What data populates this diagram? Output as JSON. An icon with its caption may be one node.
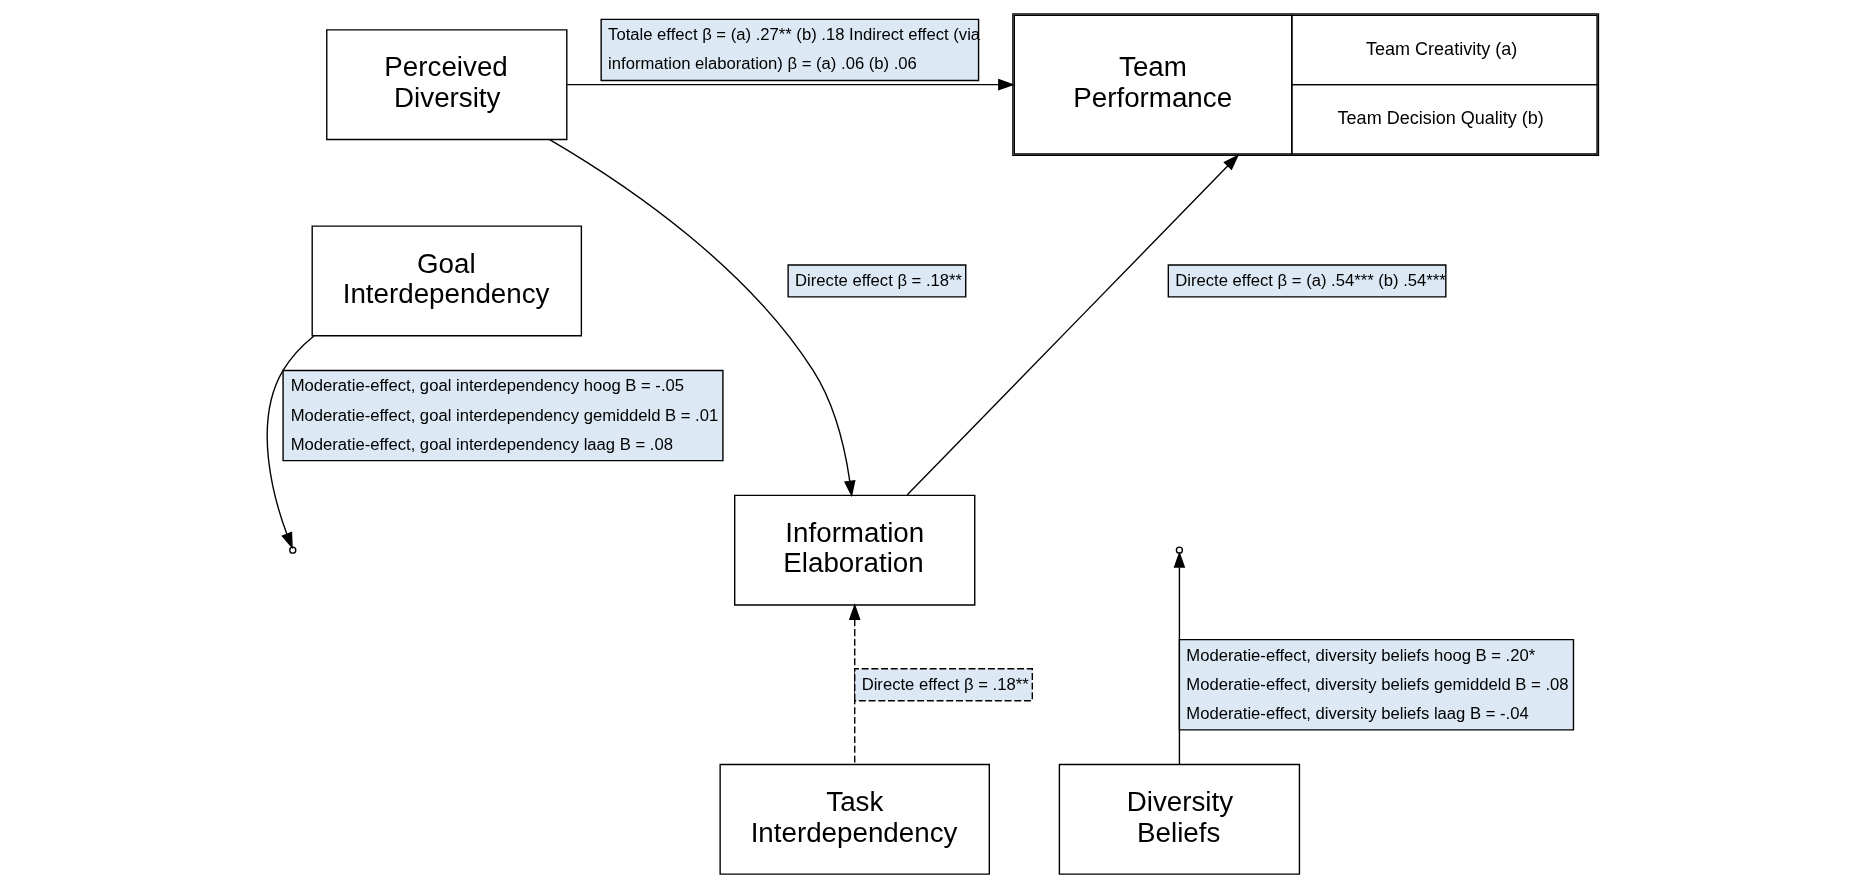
{
  "diagram": {
    "nodes": [
      {
        "text": [
          "Perceived Diversity"
        ]
      },
      {
        "text": [
          "Team Performance",
          "Team Creativity (a)",
          "Team Decision Quality (b)"
        ]
      },
      {
        "text": [
          "Goal Interdependency"
        ]
      },
      {
        "text": [
          "Information Elaboration"
        ]
      },
      {
        "text": [
          "Diversity Beliefs"
        ]
      },
      {
        "text": [
          "Task Interdependency"
        ]
      }
    ],
    "edges": [
      {
        "from": 0,
        "to": 1,
        "arrow": "to",
        "label": "Totale effect β = (a) .27** (b) .18 Indirect effect (via information elaboration) β = (a) .06 (b) .06"
      },
      {
        "from": 0,
        "to": 3,
        "arrow": "to",
        "label": "Directe effect β = .18**"
      },
      {
        "from": 2,
        "to": null,
        "arrow": "to",
        "label": "Moderatie-effect, goal interdependency hoog B = -.05 Moderatie-effect, goal interdependency gemiddeld B = .01 Moderatie-effect, goal interdependency laag B = .08"
      },
      {
        "from": 4,
        "to": null,
        "arrow": "to",
        "label": "Moderatie-effect, diversity beliefs hoog B = .20* Moderatie-effect, diversity beliefs gemiddeld B = .08 Moderatie-effect, diversity beliefs laag B = -.04"
      },
      {
        "from": 3,
        "to": 1,
        "arrow": "to",
        "label": "Directe effect β = (a) .54*** (b) .54***"
      },
      {
        "from": 5,
        "to": 3,
        "arrow": "to",
        "style": "dashed",
        "label": "Directe effect β = .18**"
      }
    ]
  }
}
